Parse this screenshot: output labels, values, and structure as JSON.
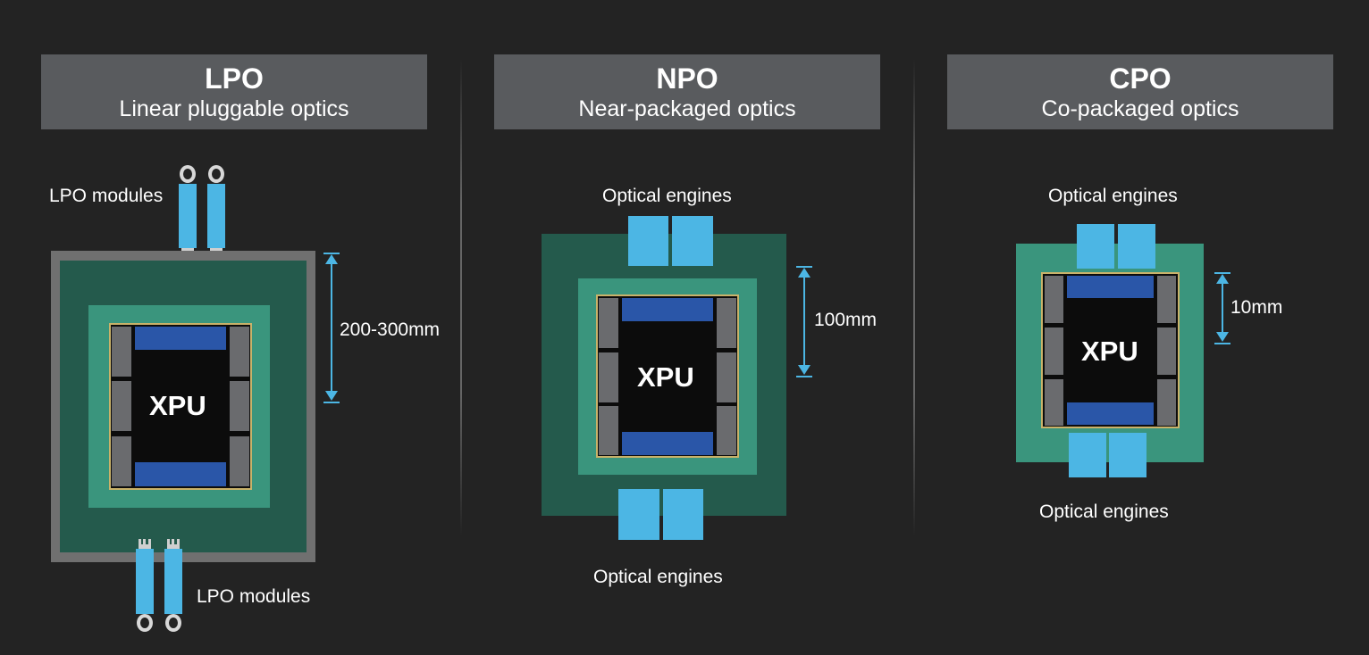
{
  "colors": {
    "background": "#232323",
    "header": "#595b5e",
    "outer_frame": "#707070",
    "substrate_dark": "#245a4c",
    "substrate_light": "#3a957d",
    "die": "#0c0c0c",
    "chiplet": "#6a6b6e",
    "hbm": "#2a56a8",
    "optics": "#4cb6e4"
  },
  "panels": [
    {
      "abbr": "LPO",
      "full": "Linear pluggable optics",
      "core": "XPU",
      "top_label": "LPO modules",
      "bottom_label": "LPO modules",
      "dimension": "200-300mm"
    },
    {
      "abbr": "NPO",
      "full": "Near-packaged optics",
      "core": "XPU",
      "top_label": "Optical engines",
      "bottom_label": "Optical engines",
      "dimension": "100mm"
    },
    {
      "abbr": "CPO",
      "full": "Co-packaged optics",
      "core": "XPU",
      "top_label": "Optical engines",
      "bottom_label": "Optical engines",
      "dimension": "10mm"
    }
  ]
}
